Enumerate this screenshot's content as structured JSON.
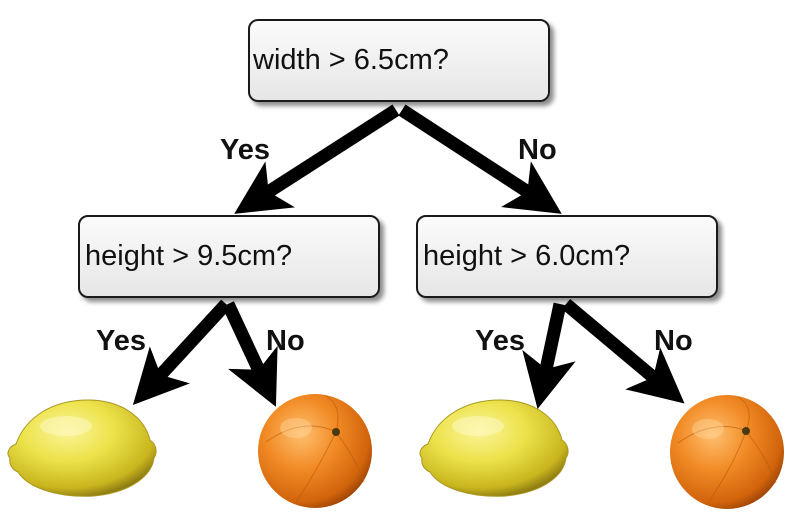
{
  "tree": {
    "root": {
      "question": "width > 6.5cm?"
    },
    "left": {
      "question": "height > 9.5cm?"
    },
    "right": {
      "question": "height > 6.0cm?"
    }
  },
  "edges": {
    "root_left": "Yes",
    "root_right": "No",
    "left_left": "Yes",
    "left_right": "No",
    "right_left": "Yes",
    "right_right": "No"
  },
  "leaves": [
    {
      "icon": "lemon-icon"
    },
    {
      "icon": "orange-icon"
    },
    {
      "icon": "lemon-icon"
    },
    {
      "icon": "orange-icon"
    }
  ],
  "colors": {
    "lemon": "#ece04a",
    "orange": "#f08a22",
    "arrow": "#000000",
    "node_fill": "#eeeeee"
  }
}
